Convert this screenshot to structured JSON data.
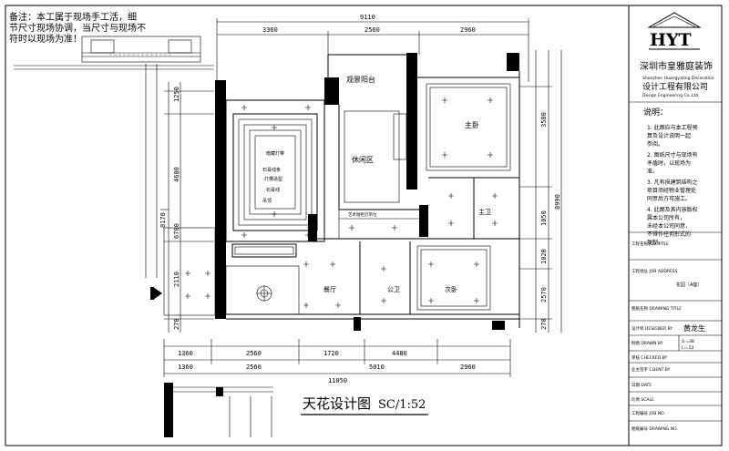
{
  "drawing": {
    "title": "天花设计图",
    "scale": "SC/1:52"
  },
  "note": {
    "lines": [
      "备注：本工属于现场手工活，细",
      "节尺寸现场协调，当尺寸与现场不",
      "符时以现场为准！"
    ]
  },
  "dimensions": {
    "top_total": "9110",
    "top": [
      "3360",
      "2560",
      "2960"
    ],
    "bottom_row1": [
      "1360",
      "2560",
      "1720",
      "4480"
    ],
    "bottom_row2": [
      "1360",
      "2560",
      "5010",
      "2960"
    ],
    "bottom_total": "11050",
    "left": [
      "1250",
      "4600",
      "2110",
      "270"
    ],
    "left_outer": [
      "8170",
      "6780"
    ],
    "right": [
      "3580",
      "1050",
      "1020",
      "2570",
      "270"
    ],
    "right_outer": [
      "8990"
    ]
  },
  "rooms": {
    "balcony": "观景阳台",
    "master_bedroom": "主卧",
    "leisure": "休闲区",
    "master_bath": "主卫",
    "dining": "餐厅",
    "public_bath": "公卫",
    "second_bedroom": "次卧"
  },
  "labels": {
    "aisle": "艺术厨柜灯带位",
    "living_labels": [
      "暗藏灯带",
      "石膏线条",
      "灯槽造型",
      "石膏线",
      "吊顶"
    ]
  },
  "title_block": {
    "logo": "HYT",
    "company_cn": "深圳市皇雅庭装饰",
    "company_en1": "Shenzhen Huangyating Decoration",
    "company_cn2": "设计工程有限公司",
    "company_en2": "Design Engineering Co.,Ltd",
    "notes_title": "说明：",
    "notes": [
      "1. 此图应与本工程预",
      "算及设计说明一起",
      "参阅。",
      "2. 图纸尺寸与现场有",
      "矛盾时，以现场为",
      "准。",
      "3. 凡有损建筑结构之",
      "项目须经物业管理处",
      "同意后方可施工。",
      "4. 此图及其内容版权",
      "属本公司所有，",
      "未经本公司同意，",
      "不得作任何形式的",
      "复制。"
    ],
    "project_name": "工程名称 JOB TITLE",
    "project_address": "工程地址 JOB ADDRESS",
    "address_value": "花园（A座）",
    "drawing_name": "图纸名称 DRAWING TITLE",
    "designer_label": "设计师 DESIGNER BY",
    "designer_name": "黄龙生",
    "drawn_label": "制图 DRAWN BY",
    "checked_label": "审核 CHECKED BY",
    "date_label": "日期 DATE",
    "scale_label": "比例 SCALE",
    "client_label": "业主签字 CLIENT BY",
    "project_no": "工程编号 JOB NO.",
    "drawing_no": "图纸编号 DRAWING NO.",
    "dim_w": "S:=38",
    "dim_h": "L:=52"
  }
}
